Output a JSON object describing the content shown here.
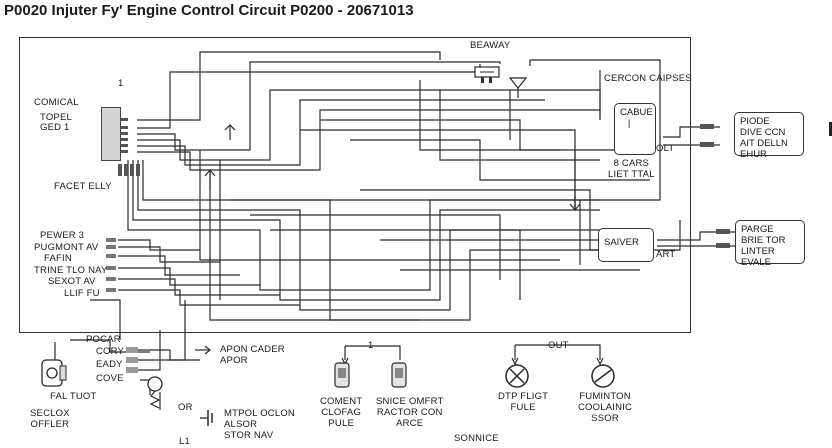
{
  "title": "P0020 Injuter Fy' Engine Control Circuit P0200 - 20671013",
  "top_label": "BEAWAY",
  "left_labels": {
    "comical": "COMICAL",
    "topel": "TOPEL",
    "ged": "GED 1",
    "facet": "FACET ELLY",
    "pin1": "1",
    "pewer": "PEWER 3",
    "pugmont": "PUGMONT AV",
    "fafin": "FAFIN",
    "trine": "TRINE TLO NAY",
    "sexot": "SEXOT AV",
    "llif": "LLIF FU"
  },
  "right_labels": {
    "cercon": "CERCON CAIPSES",
    "cabue_box": "CABUE\n   |",
    "olt": "OLT",
    "bcars": "8 CARS\nLIET TTAL",
    "piode_box": "PIODE\nDIVE CCN\nAIT DELLN\nEHUR",
    "saiver_box": "SAIVER",
    "art": "ART",
    "parge_box": "PARGE\nBRIE TOR\nLINTER\nEVALE"
  },
  "bottom_labels": {
    "pocar": "POCAR",
    "cory": "CORY",
    "eady": "EADY",
    "cove": "COVE",
    "fal_tuot": "FAL TUOT",
    "seclox": "SECLOX\nOFFLER",
    "apon": "APON CADER\nAPOR",
    "or": "OR",
    "mtpol": "MTPOL OCLON\nALSOR\nSTOR NAV",
    "l1": "L1",
    "one": "1",
    "coment": "COMENT\nCLOFAG\nPULE",
    "snice": "SNICE OMFRT\nRACTOR CON\nARCE",
    "out": "OUT",
    "dtp": "DTP FLIGT\nFULE",
    "fuminton": "FUMINTON\nCOOLAINIC\nSSOR",
    "sonnice": "SONNICE"
  },
  "colors": {
    "line": "#2a2a2a",
    "background": "#ffffff",
    "connector": "#bcbcbc"
  },
  "icons": [
    "sensor-connector-icon",
    "coolant-sensor-icon",
    "ground-icon",
    "prohibit-circle-icon",
    "slash-circle-icon",
    "fuse-icon",
    "relay-icon",
    "arrow-icon"
  ]
}
